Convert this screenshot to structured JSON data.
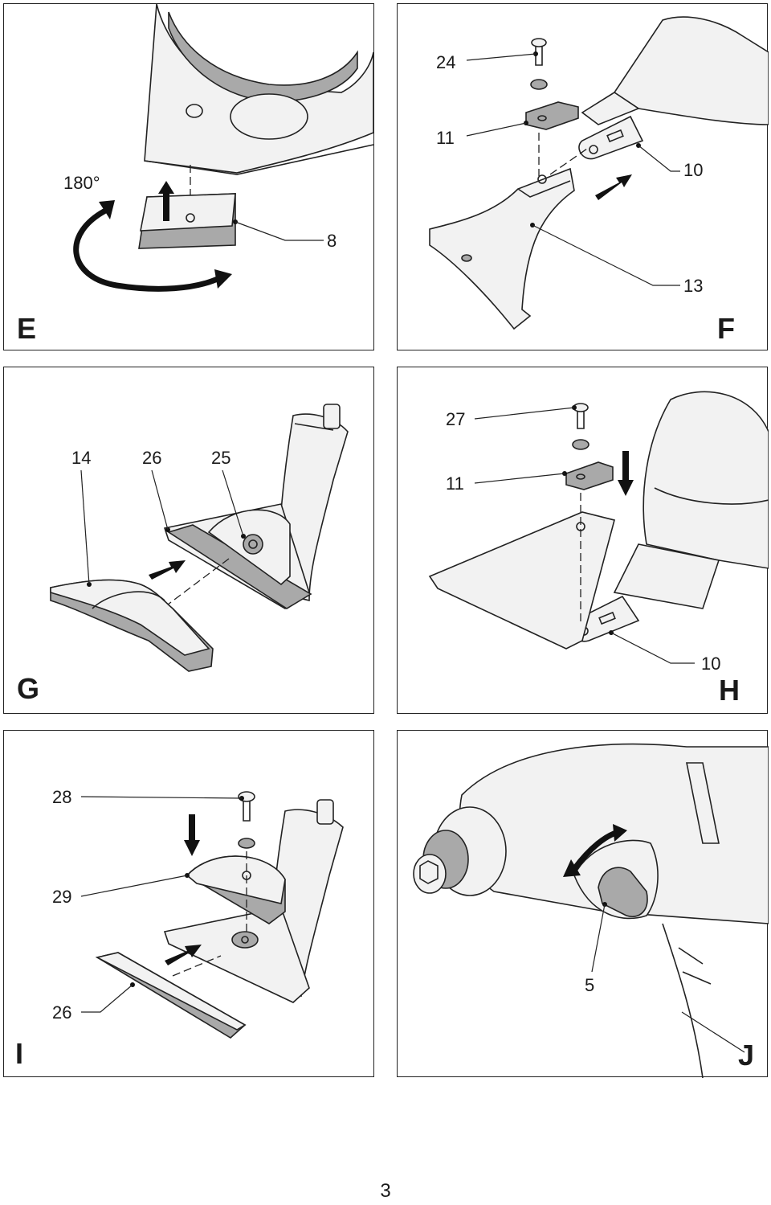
{
  "panels": {
    "e": {
      "letter": "E",
      "callouts": {
        "rotation": "180°",
        "part_8": "8"
      }
    },
    "f": {
      "letter": "F",
      "callouts": {
        "part_24": "24",
        "part_11": "11",
        "part_10": "10",
        "part_13": "13"
      }
    },
    "g": {
      "letter": "G",
      "callouts": {
        "part_14": "14",
        "part_26": "26",
        "part_25": "25"
      }
    },
    "h": {
      "letter": "H",
      "callouts": {
        "part_27": "27",
        "part_11": "11",
        "part_10": "10"
      }
    },
    "i": {
      "letter": "I",
      "callouts": {
        "part_28": "28",
        "part_29": "29",
        "part_26": "26"
      }
    },
    "j": {
      "letter": "J",
      "callouts": {
        "part_5": "5"
      }
    }
  },
  "page_number": "3"
}
